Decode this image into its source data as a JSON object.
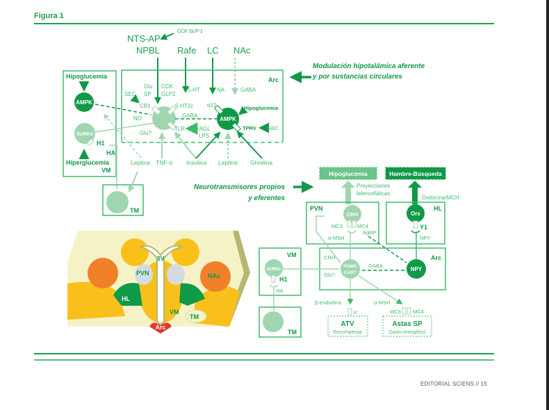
{
  "figure": {
    "title": "Figura 1",
    "footer": "EDITORIAL SCIENS // 15"
  },
  "colors": {
    "dark_green": "#0f9a47",
    "mid_green": "#3dbb6a",
    "light_green": "#9fd6af",
    "text_green": "#1aa050",
    "pale_yellow": "#f5f3c6",
    "orange": "#f08128",
    "yellow": "#f9c01b",
    "olive": "#b6b670",
    "grey_blue": "#d5dbe3",
    "red": "#e3352a"
  },
  "top_section": {
    "heading_line1": "Modulación hipotalámica aferente",
    "heading_line2": "y por sustancias circulares",
    "sources": {
      "nts_ap": "NTS-AP",
      "cck_glp1": "CCK GLP-1",
      "npbl": "NPBL",
      "rafe": "Rafe",
      "lc": "LC",
      "nac": "NAc"
    },
    "vm_box": {
      "label": "VM",
      "hipoglucemia": "Hipoglucemia",
      "ampk": "AMPK",
      "surkir": "SURKir",
      "h1": "H1",
      "ha": "HA",
      "hiperglucemia": "Hiperglucemia"
    },
    "arc_box": {
      "label": "Arc",
      "glu": "Glu",
      "sp": "SP",
      "cck": "CCK",
      "glp2": "GLP2",
      "sec": "SEC",
      "cb1": "CB1",
      "no": "NO",
      "glu_q": "Glu?",
      "ht5": "5-HT",
      "ht2c": "5-HT2c",
      "gaba_inner": "GABA",
      "tlr": "TLR",
      "agl": ">AGL",
      "lps": "LPS",
      "na": "NA",
      "alpha1": "α1?",
      "gaba": "GABA",
      "ampk": "AMPK",
      "hipoglucemia": "Hipoglucemia",
      "tprv": "TPRV",
      "sec2": "SEC"
    },
    "bottom_inputs": {
      "leptina1": "Leptina",
      "tnf": "TNF-α",
      "insulina": "Insulina",
      "leptina2": "Leptina",
      "ghrelina": "Ghrelina"
    },
    "tm_box": {
      "label": "TM"
    }
  },
  "bottom_section": {
    "heading_line1": "Neurotransmisores propios",
    "heading_line2": "y eferentes",
    "hipoglucemia_box": "Hipoglucemia",
    "hambre_box": "Hambre-Búsqueda",
    "proyecciones1": "Proyecciones",
    "proyecciones2": "telencefálicas",
    "oxitocina": "Oxitocina/MCH",
    "pvn_box": {
      "label": "PVN",
      "crh": "CRH",
      "mc3": "MC3",
      "mc4": "MC4",
      "agrp": "AgRP",
      "amsh": "α-MSH"
    },
    "hl_box": {
      "label": "HL",
      "orx": "Orx",
      "y1": "Y1",
      "npy": "NPY"
    },
    "vm_box": {
      "label": "VM",
      "surkir": "SURKir",
      "h1": "H1",
      "ha": "HA"
    },
    "arc_box": {
      "label": "Arc",
      "crh": "CRH",
      "glu": "Glu?",
      "pomc": "POMC",
      "cart": "CART",
      "gaba": "GABA",
      "npy": "NPY"
    },
    "tm_box": {
      "label": "TM"
    },
    "bendorfina": "β-endorfina",
    "mu": "μ",
    "amsh2": "α-MSH",
    "atv_box": {
      "title": "ATV",
      "sub": "Recompensa"
    },
    "astas_box": {
      "title": "Astas SP",
      "sub": "Gasto energético",
      "mc3": "MC3",
      "mc4": "MC4"
    }
  },
  "anatomy": {
    "v3": "3V",
    "pvn": "PVN",
    "nac": "NAc",
    "hl": "HL",
    "vm": "VM",
    "tm": "TM",
    "arc": "Arc"
  }
}
